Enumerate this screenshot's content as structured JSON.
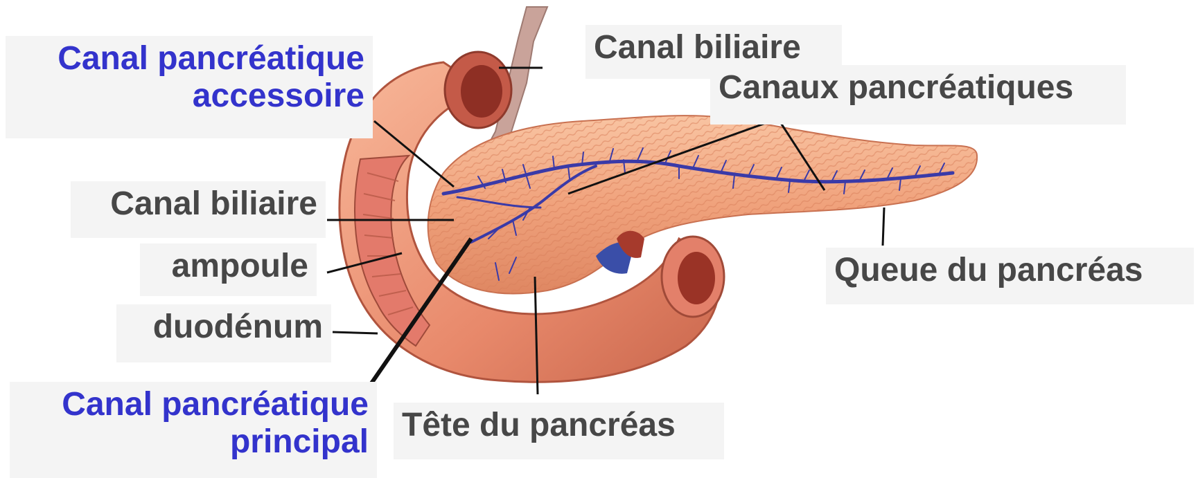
{
  "labels": {
    "accessory_duct": "Canal pancréatique\naccessoire",
    "bile_duct_top": "Canal biliaire",
    "pancreatic_ducts": "Canaux pancréatiques",
    "bile_duct_left": "Canal biliaire",
    "ampulla": "ampoule",
    "duodenum": "duodénum",
    "main_duct": "Canal pancréatique\nprincipal",
    "head": "Tête du pancréas",
    "tail": "Queue du pancréas"
  },
  "colors": {
    "blue_label": "#3333cc",
    "grey_label": "#474747",
    "label_bg": "#f4f4f4",
    "pancreas": "#f2a47e",
    "duodenum": "#e98a6c",
    "duct": "#3a3aa8"
  }
}
